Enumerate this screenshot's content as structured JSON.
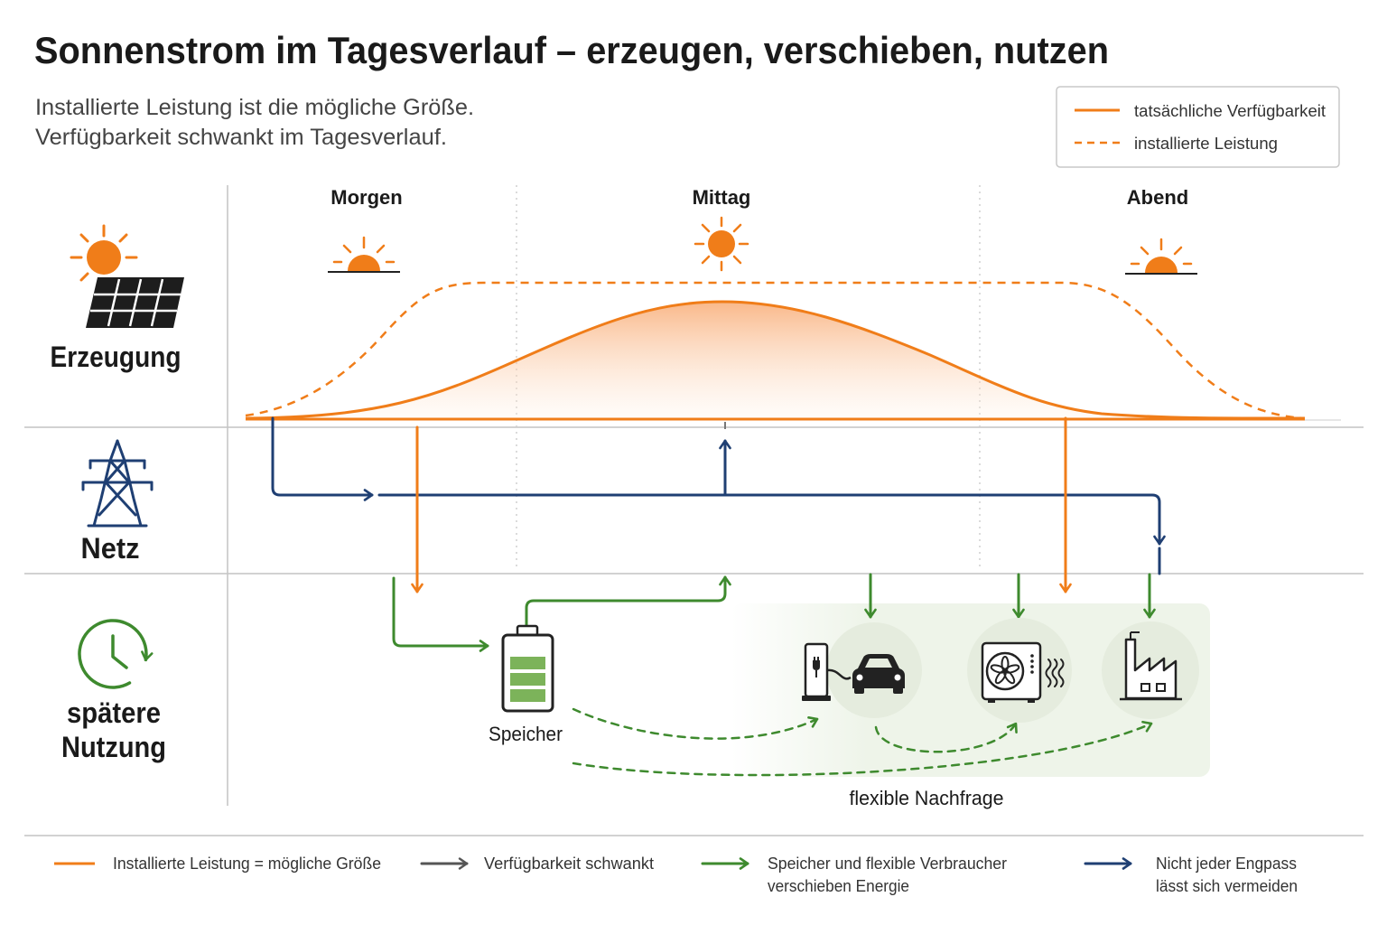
{
  "title": "Sonnenstrom im Tagesverlauf – erzeugen, verschieben, nutzen",
  "subtitle": [
    "Installierte Leistung ist die mögliche Größe.",
    "Verfügbarkeit schwankt im Tagesverlauf."
  ],
  "legend_top": {
    "actual": "tatsächliche Verfügbarkeit",
    "installed": "installierte Leistung"
  },
  "rows": {
    "generation": "Erzeugung",
    "grid": "Netz",
    "later_use": [
      "spätere",
      "Nutzung"
    ]
  },
  "times": {
    "morning": "Morgen",
    "noon": "Mittag",
    "evening": "Abend"
  },
  "storage_label": "Speicher",
  "flexible_demand_label": "flexible Nachfrage",
  "legend_bottom": [
    {
      "lines": [
        "Installierte Leistung = mögliche Größe"
      ]
    },
    {
      "lines": [
        "Verfügbarkeit schwankt"
      ]
    },
    {
      "lines": [
        "Speicher und flexible Verbraucher",
        "verschieben Energie"
      ]
    },
    {
      "lines": [
        "Nicht jeder Engpass",
        "lässt sich vermeiden"
      ]
    }
  ],
  "icons": {
    "generation": [
      "sun-icon",
      "solar-panel-icon"
    ],
    "grid": "power-pylon-icon",
    "later_use": "clock-icon",
    "morning": "sunrise-icon",
    "noon": "sun-icon",
    "evening": "sunset-icon",
    "storage": "battery-icon",
    "demand": [
      "ev-charger-icon",
      "car-icon",
      "heat-pump-icon",
      "factory-icon"
    ]
  },
  "colors": {
    "solar_orange": "#F07D19",
    "grid_blue": "#1F3F73",
    "storage_green": "#3E8A2E",
    "battery_green": "#7CB35A"
  }
}
